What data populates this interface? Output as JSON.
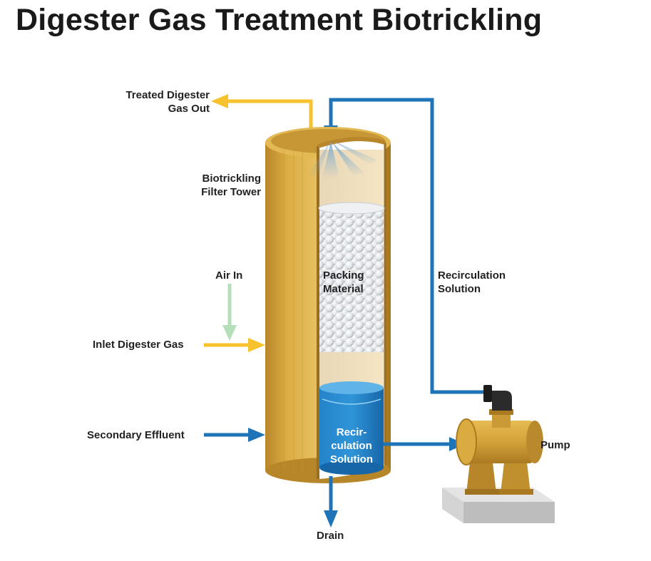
{
  "title": "Digester Gas Treatment Biotrickling",
  "labels": {
    "treated_gas_out": [
      "Treated Digester",
      "Gas Out"
    ],
    "filter_tower": [
      "Biotrickling",
      "Filter Tower"
    ],
    "air_in": "Air In",
    "packing_material": [
      "Packing",
      "Material"
    ],
    "inlet_gas": "Inlet Digester Gas",
    "secondary_effluent": "Secondary Effluent",
    "recirc_solution_side": [
      "Recirculation",
      "Solution"
    ],
    "recirc_solution_tank": [
      "Recir-",
      "culation",
      "Solution"
    ],
    "pump": "Pump",
    "drain": "Drain"
  },
  "colors": {
    "gas_line": "#f7c22d",
    "air_line": "#b5dfb8",
    "liquid_line": "#1f73b7",
    "tower": "#d8a93a",
    "pump_base": "#c9c9c9"
  }
}
